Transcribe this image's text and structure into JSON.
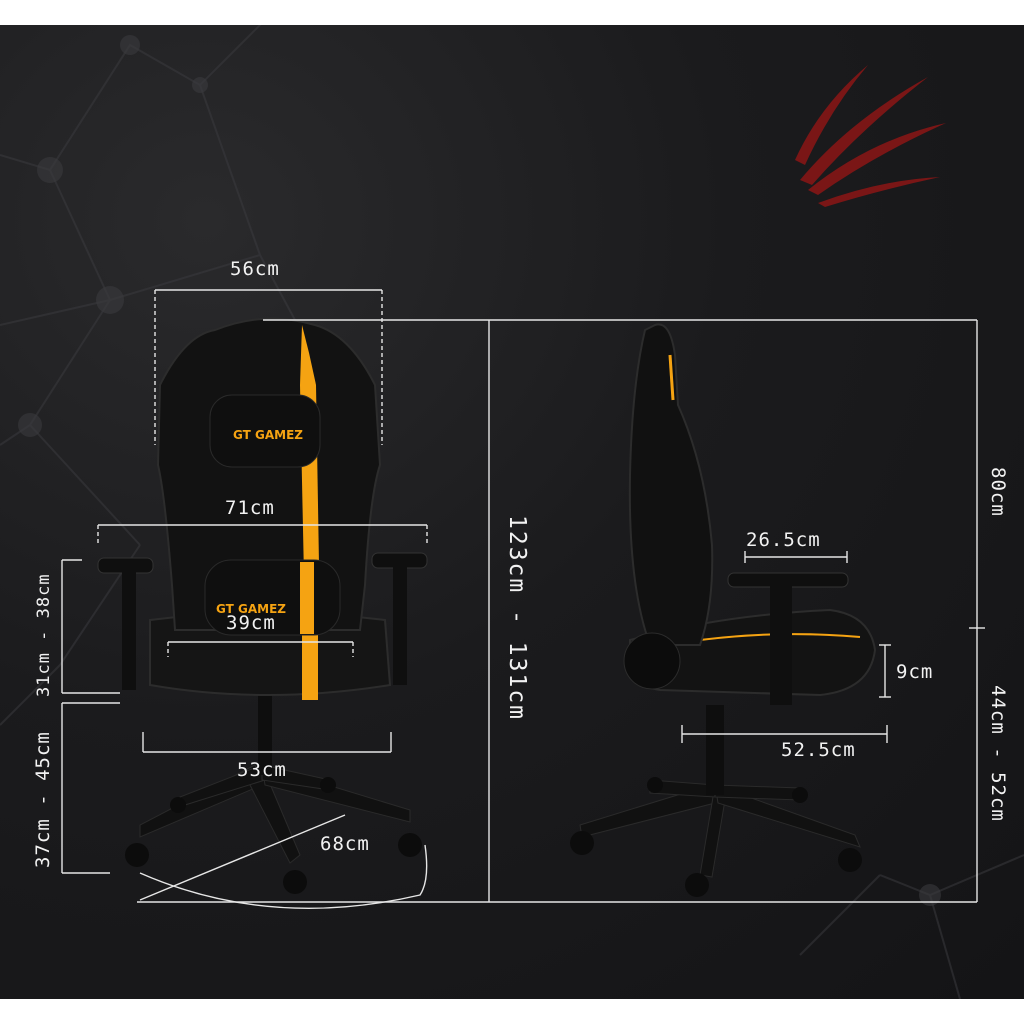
{
  "brand": {
    "logo_text": "GT GAMEZ",
    "accent_color": "#f5a312",
    "background_color": "#1b1b1d",
    "line_color": "#e6e6e6",
    "claw_color": "#8b1a1a"
  },
  "front_view": {
    "headrest_width": "56cm",
    "arm_span": "71cm",
    "seat_width": "39cm",
    "base_width": "53cm",
    "base_diameter": "68cm",
    "armrest_height": "31cm - 38cm",
    "seat_height": "37cm - 45cm",
    "total_height": "123cm - 131cm"
  },
  "side_view": {
    "armrest_length": "26.5cm",
    "seat_thickness": "9cm",
    "seat_depth": "52.5cm",
    "backrest_height": "80cm",
    "seat_to_floor": "44cm - 52cm"
  }
}
